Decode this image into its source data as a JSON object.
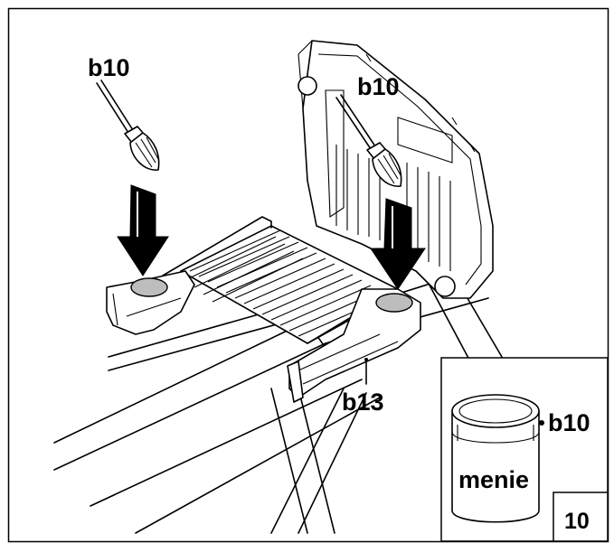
{
  "figure": {
    "labels": {
      "brush_left": "b10",
      "brush_right": "b10",
      "part_callout": "b13",
      "can_callout": "b10"
    },
    "can_label": "menie",
    "figure_number": "10"
  }
}
